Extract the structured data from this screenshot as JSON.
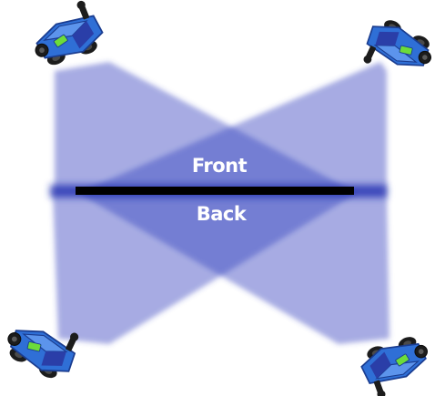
{
  "diagram": {
    "labels": {
      "front": "Front",
      "back": "Back"
    },
    "colors": {
      "background": "#ffffff",
      "projection_fill": "#3a45c0",
      "surface": "#000000",
      "label_text": "#ffffff",
      "projector_body": "#2f6fd6",
      "projector_panel": "#2a3ea8",
      "projector_lens": "#1c1c1c",
      "projector_indicator": "#6cdc3a"
    },
    "projectors": [
      {
        "name": "projector-top-left",
        "icon": "projector-icon"
      },
      {
        "name": "projector-top-right",
        "icon": "projector-icon"
      },
      {
        "name": "projector-bottom-left",
        "icon": "projector-icon"
      },
      {
        "name": "projector-bottom-right",
        "icon": "projector-icon"
      }
    ]
  }
}
